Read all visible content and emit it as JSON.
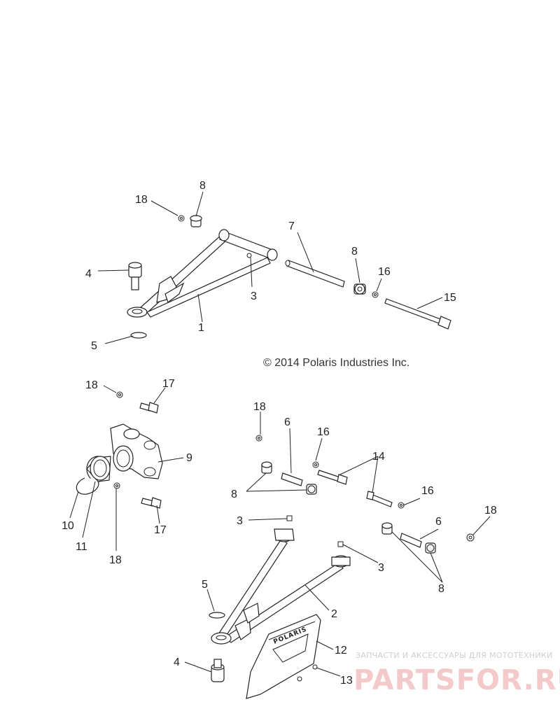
{
  "copyright": "© 2014 Polaris Industries Inc.",
  "watermark": {
    "tagline": "ЗАПЧАСТИ И АКСЕССУАРЫ ДЛЯ МОТОТЕХНИКИ",
    "brand": "PARTSFOR.RU"
  },
  "guard_logo": "POLARIS",
  "callouts": {
    "c1": "1",
    "c2": "2",
    "c3a": "3",
    "c3b": "3",
    "c3c": "3",
    "c4a": "4",
    "c4b": "4",
    "c5a": "5",
    "c5b": "5",
    "c6a": "6",
    "c6b": "6",
    "c7": "7",
    "c8a": "8",
    "c8b": "8",
    "c8c": "8",
    "c8d": "8",
    "c9": "9",
    "c10": "10",
    "c11": "11",
    "c12": "12",
    "c13": "13",
    "c14": "14",
    "c15": "15",
    "c16a": "16",
    "c16b": "16",
    "c16c": "16",
    "c17a": "17",
    "c17b": "17",
    "c18a": "18",
    "c18b": "18",
    "c18c": "18",
    "c18d": "18",
    "c18e": "18"
  },
  "colors": {
    "line": "#222222",
    "watermark_brand": "#f3c9c9",
    "watermark_tagline": "#cfcfcf"
  }
}
